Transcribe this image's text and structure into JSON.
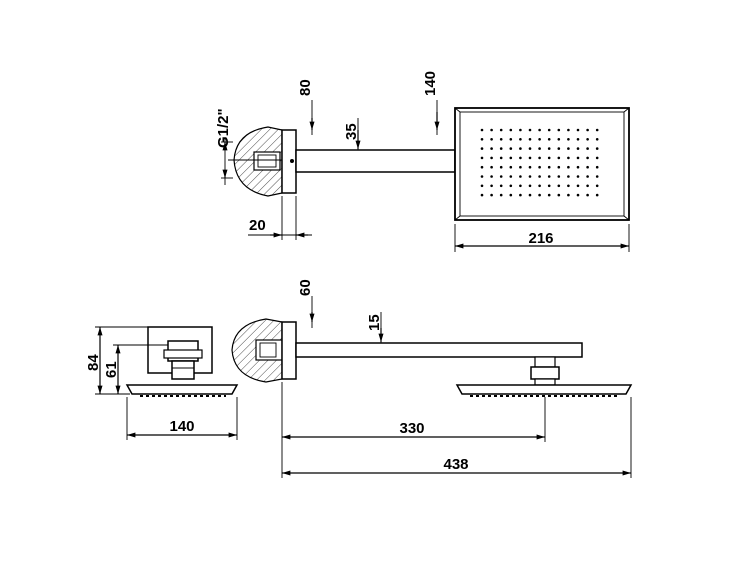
{
  "dimensions": {
    "top_view": {
      "thread": "G1/2\"",
      "d80": "80",
      "d35": "35",
      "d140": "140",
      "d20": "20",
      "d216": "216"
    },
    "bottom_view": {
      "d84": "84",
      "d61": "61",
      "d140": "140",
      "d60": "60",
      "d15": "15",
      "d330": "330",
      "d438": "438"
    }
  }
}
